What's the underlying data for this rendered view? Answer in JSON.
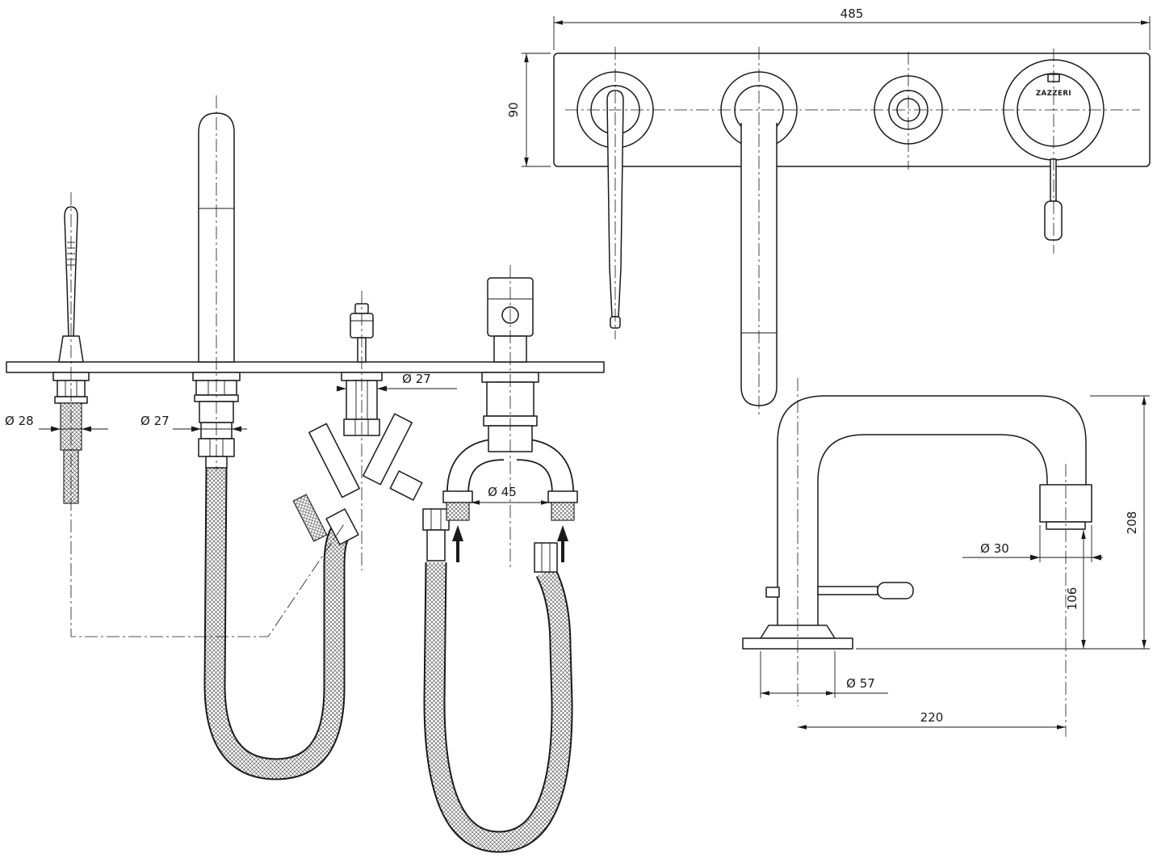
{
  "drawing": {
    "ink_color": "#1a1a1a",
    "brand_label": "ZAZZERI",
    "front_view": {
      "dim_handshower_diameter": "Ø 28",
      "dim_spout_column_diameter": "Ø 27",
      "dim_diverter_diameter": "Ø 27",
      "dim_body_diameter": "Ø 45"
    },
    "wall_plate_view": {
      "dim_plate_width": "485",
      "dim_plate_height": "90"
    },
    "side_view": {
      "dim_overall_height": "208",
      "dim_spout_to_deck": "106",
      "dim_nozzle_diameter": "Ø 30",
      "dim_base_diameter": "Ø 57",
      "dim_spout_reach": "220"
    }
  }
}
